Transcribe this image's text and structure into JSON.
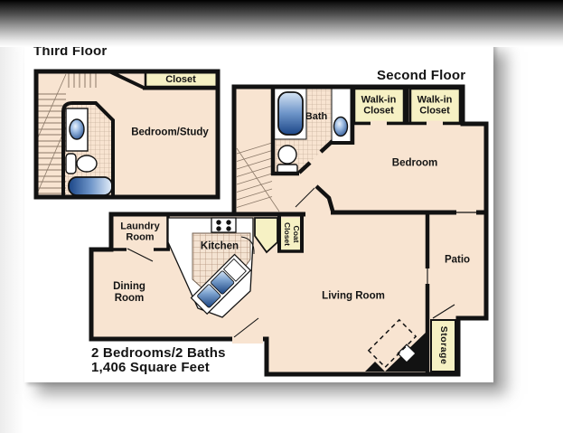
{
  "titles": {
    "third_floor": "Third Floor",
    "second_floor": "Second Floor"
  },
  "rooms": {
    "closet": "Closet",
    "bedroom_study": "Bedroom/Study",
    "bath": "Bath",
    "walk_in_closet": "Walk-in\nCloset",
    "bedroom": "Bedroom",
    "laundry_room": "Laundry\nRoom",
    "kitchen": "Kitchen",
    "coat_closet": "Coat\nCloset",
    "dining_room": "Dining\nRoom",
    "living_room": "Living Room",
    "patio": "Patio",
    "storage": "Storage"
  },
  "summary": {
    "beds_baths": "2 Bedrooms/2 Baths",
    "area": "1,406 Square Feet"
  },
  "colors": {
    "floor": "#F8E4D1",
    "closet_fill": "#F6F1C4",
    "wall": "#121212",
    "fixture_blue": "#1B4687"
  }
}
